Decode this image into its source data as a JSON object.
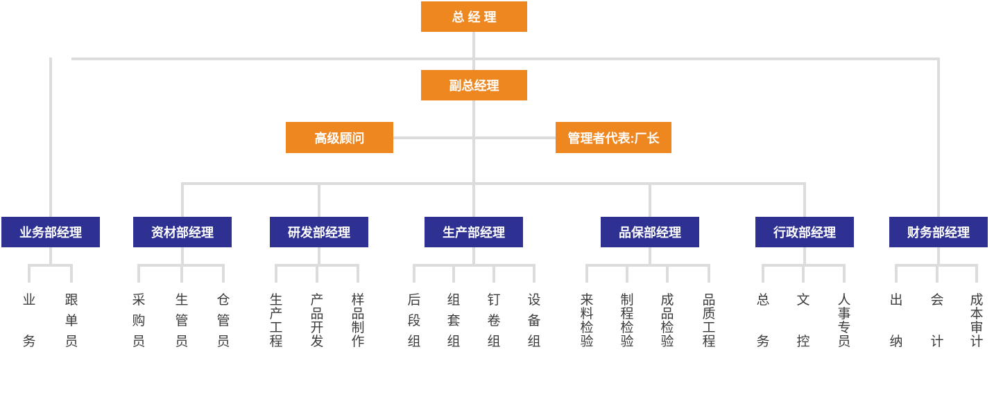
{
  "palette": {
    "accent_orange": "#ef8720",
    "accent_navy": "#2e3192",
    "connector_gray": "#dcdcdc",
    "role_text_color": "#3b3b3b",
    "background": "#ffffff"
  },
  "org": {
    "root": {
      "label": "总 经 理"
    },
    "deputy": {
      "label": "副总经理"
    },
    "advisors": [
      {
        "label": "高级顾问"
      },
      {
        "label": "管理者代表:厂长"
      }
    ],
    "departments": [
      {
        "label": "业务部经理",
        "children": [
          "业务",
          "跟单员"
        ]
      },
      {
        "label": "资材部经理",
        "children": [
          "采购员",
          "生管员",
          "仓管员"
        ]
      },
      {
        "label": "研发部经理",
        "children": [
          "生产工程",
          "产品开发",
          "样品制作"
        ]
      },
      {
        "label": "生产部经理",
        "children": [
          "后段组",
          "组套组",
          "钉卷组",
          "设备组"
        ]
      },
      {
        "label": "品保部经理",
        "children": [
          "来料检验",
          "制程检验",
          "成品检验",
          "品质工程"
        ]
      },
      {
        "label": "行政部经理",
        "children": [
          "总务",
          "文控",
          "人事专员"
        ]
      },
      {
        "label": "财务部经理",
        "children": [
          "出纳",
          "会计",
          "成本审计"
        ]
      }
    ]
  }
}
